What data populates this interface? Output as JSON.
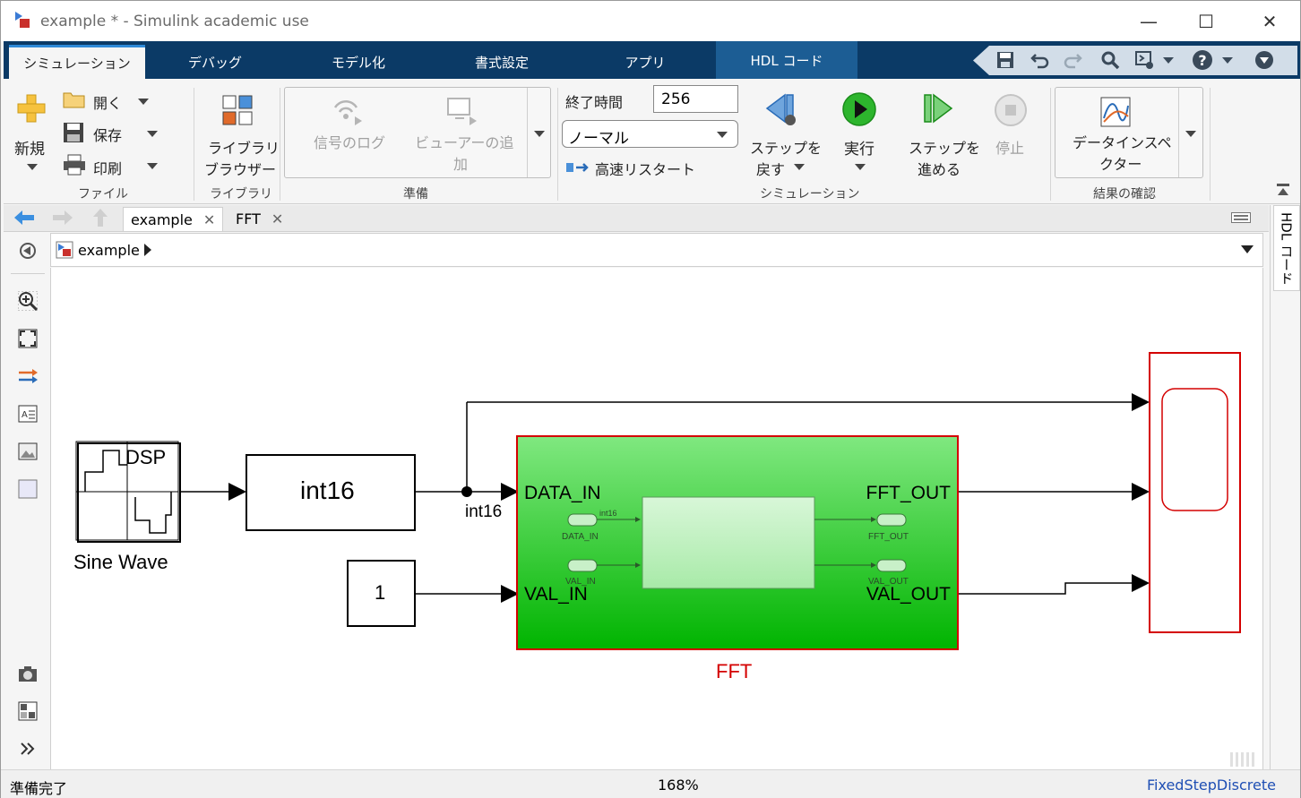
{
  "window": {
    "title": "example * - Simulink academic use",
    "minimize": "—",
    "maximize": "☐",
    "close": "✕"
  },
  "tabs": [
    {
      "label": "シミュレーション"
    },
    {
      "label": "デバッグ"
    },
    {
      "label": "モデル化"
    },
    {
      "label": "書式設定"
    },
    {
      "label": "アプリ"
    },
    {
      "label": "HDL コード"
    }
  ],
  "ribbon": {
    "file": {
      "new": "新規",
      "open": "開く",
      "save": "保存",
      "print": "印刷",
      "group": "ファイル"
    },
    "library": {
      "browser_line1": "ライブラリ",
      "browser_line2": "ブラウザー",
      "group": "ライブラリ"
    },
    "prepare": {
      "signal_log": "信号のログ",
      "add_viewer_line1": "ビューアーの追",
      "add_viewer_line2": "加",
      "group": "準備"
    },
    "simulation": {
      "stop_time_label": "終了時間",
      "stop_time_value": "256",
      "mode": "ノーマル",
      "fast_restart": "高速リスタート",
      "step_back_line1": "ステップを",
      "step_back_line2": "戻す",
      "run": "実行",
      "step_fwd_line1": "ステップを",
      "step_fwd_line2": "進める",
      "stop": "停止",
      "group": "シミュレーション"
    },
    "review": {
      "inspector_line1": "データインスペ",
      "inspector_line2": "クター",
      "group": "結果の確認"
    }
  },
  "doc_tabs": [
    {
      "label": "example"
    },
    {
      "label": "FFT"
    }
  ],
  "breadcrumb": {
    "model": "example"
  },
  "side_tab": "HDL コード",
  "model": {
    "sine_block_label": "DSP",
    "sine_name": "Sine Wave",
    "convert_label": "int16",
    "signal_label": "int16",
    "const_value": "1",
    "fft": {
      "name": "FFT",
      "in1": "DATA_IN",
      "in2": "VAL_IN",
      "out1": "FFT_OUT",
      "out2": "VAL_OUT",
      "inner_in1": "DATA_IN",
      "inner_in2": "VAL_IN",
      "inner_out1": "FFT_OUT",
      "inner_out2": "VAL_OUT",
      "inner_sig": "int16"
    }
  },
  "status": {
    "left": "準備完了",
    "zoom": "168%",
    "solver": "FixedStepDiscrete"
  },
  "colors": {
    "tab_bar": "#0b3a66",
    "fft_fill_top": "#80e880",
    "fft_fill_bottom": "#00b400",
    "highlight_red": "#d40000",
    "solver_blue": "#1f4fb4"
  }
}
